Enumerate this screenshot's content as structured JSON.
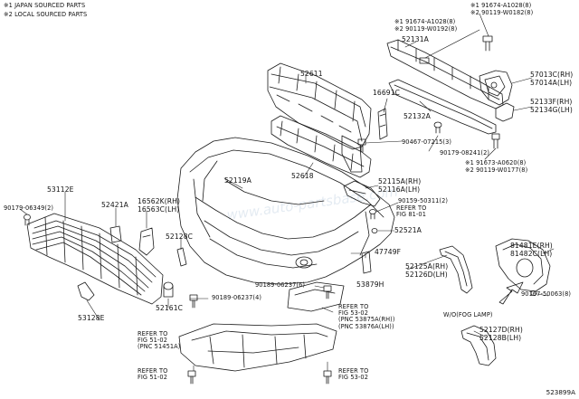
{
  "legend": {
    "item1": "※1  JAPAN SOURCED PARTS",
    "item2": "※2  LOCAL SOURCED PARTS"
  },
  "parts": {
    "p52611": "52611",
    "p16691c": "16691C",
    "p52131a": "52131A",
    "p52132a": "52132A",
    "p57013c": "57013C(RH)",
    "p57014a": "57014A(LH)",
    "p52133f": "52133F(RH)",
    "p52134g": "52134G(LH)",
    "p52618": "52618",
    "p52119a": "52119A",
    "p53112e": "53112E",
    "p52421a": "52421A",
    "p16562k": "16562K(RH)",
    "p16563c": "16563C(LH)",
    "p52115a": "52115A(RH)",
    "p52116a": "52116A(LH)",
    "p52521a": "52521A",
    "p52128c": "52128C",
    "p47749f": "47749F",
    "p53879h": "53879H",
    "p52125a": "52125A(RH)",
    "p52126d": "52126D(LH)",
    "p81481e": "81481E(RH)",
    "p81482c": "81482C(LH)",
    "p52161c": "52161C",
    "p53128e": "53128E",
    "p52127d": "52127D(RH)",
    "p52128b": "52128B(LH)"
  },
  "fasteners": {
    "f91674_top": "※1 91674-A1028(8)",
    "f290119_top": "※2 90119-W0182(8)",
    "f91674_mid": "※1 91674-A1028(8)",
    "f290119_mid": "※2 90119-W0192(8)",
    "f90467": "90467-07215(3)",
    "f90179_08241": "90179-08241(2)",
    "f91673": "※1 91673-A0620(8)",
    "f90119_w0177": "※2 90119-W0177(8)",
    "f90179_06349": "90179-06349(2)",
    "f90159": "90159-50311(2)",
    "f90189_06237_4": "90189-06237(4)",
    "f90189_06237_6": "90189-06237(6)",
    "f90167": "90167-50063(8)"
  },
  "refs": {
    "r81": "REFER TO\nFIG 81-01",
    "r53a": "REFER TO\nFIG 53-02\n(PNC 53875A(RH))\n(PNC 53876A(LH))",
    "r51a": "REFER TO\nFIG 51-02\n(PNC 51451A)",
    "r51b": "REFER TO\nFIG 51-02",
    "r53b": "REFER TO\nFIG 53-02"
  },
  "fog_note": "W/O(FOG LAMP)",
  "diagram_code": "523899A",
  "watermark": "www.auto-partsbase.com"
}
